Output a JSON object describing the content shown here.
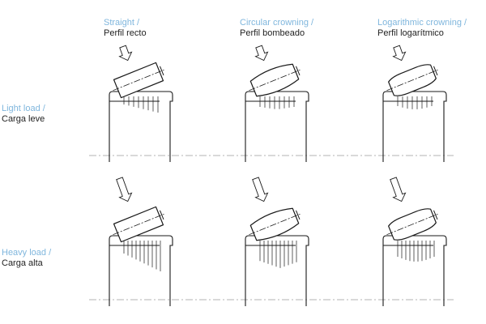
{
  "columns": [
    {
      "en": "Straight /",
      "es": "Perfil recto",
      "type": "straight"
    },
    {
      "en": "Circular crowning /",
      "es": "Perfil bombeado",
      "type": "circular"
    },
    {
      "en": "Logarithmic crowning /",
      "es": "Perfil logarítmico",
      "type": "logarithmic"
    }
  ],
  "rows": [
    {
      "en": "Light load /",
      "es": "Carga leve",
      "load": "light"
    },
    {
      "en": "Heavy load /",
      "es": "Carga alta",
      "load": "heavy"
    }
  ],
  "colors": {
    "english_text": "#7fb6dd",
    "spanish_text": "#222222",
    "line": "#1a1a1a",
    "center_line": "#9a9a9a"
  }
}
